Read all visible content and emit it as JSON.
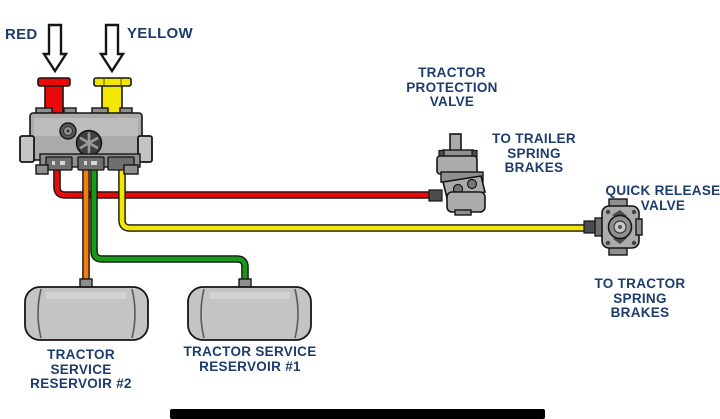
{
  "diagram": {
    "type": "tractor-air-brake-system-diagram",
    "labels": {
      "red_control": "RED",
      "yellow_control": "YELLOW",
      "tractor_protection_valve": "TRACTOR\nPROTECTION\nVALVE",
      "to_trailer_spring_brakes": "TO TRAILER\nSPRING\nBRAKES",
      "quick_release_valve": "QUICK RELEASE\nVALVE",
      "to_tractor_spring_brakes": "TO TRACTOR\nSPRING\nBRAKES",
      "tractor_service_reservoir_2": "TRACTOR\nSERVICE\nRESERVOIR #2",
      "tractor_service_reservoir_1": "TRACTOR SERVICE\nRESERVOIR #1"
    },
    "colors": {
      "label_text": "#1d3c6e",
      "red_line": "#ea0a0a",
      "yellow_line": "#f3e600",
      "orange_line": "#f47c10",
      "green_line": "#189a18",
      "component_fill": "#ababab",
      "component_fill_light": "#c4c4c4",
      "component_fill_dark": "#6f6f6f",
      "outline": "#151515",
      "bottom_bar": "#000000"
    }
  }
}
